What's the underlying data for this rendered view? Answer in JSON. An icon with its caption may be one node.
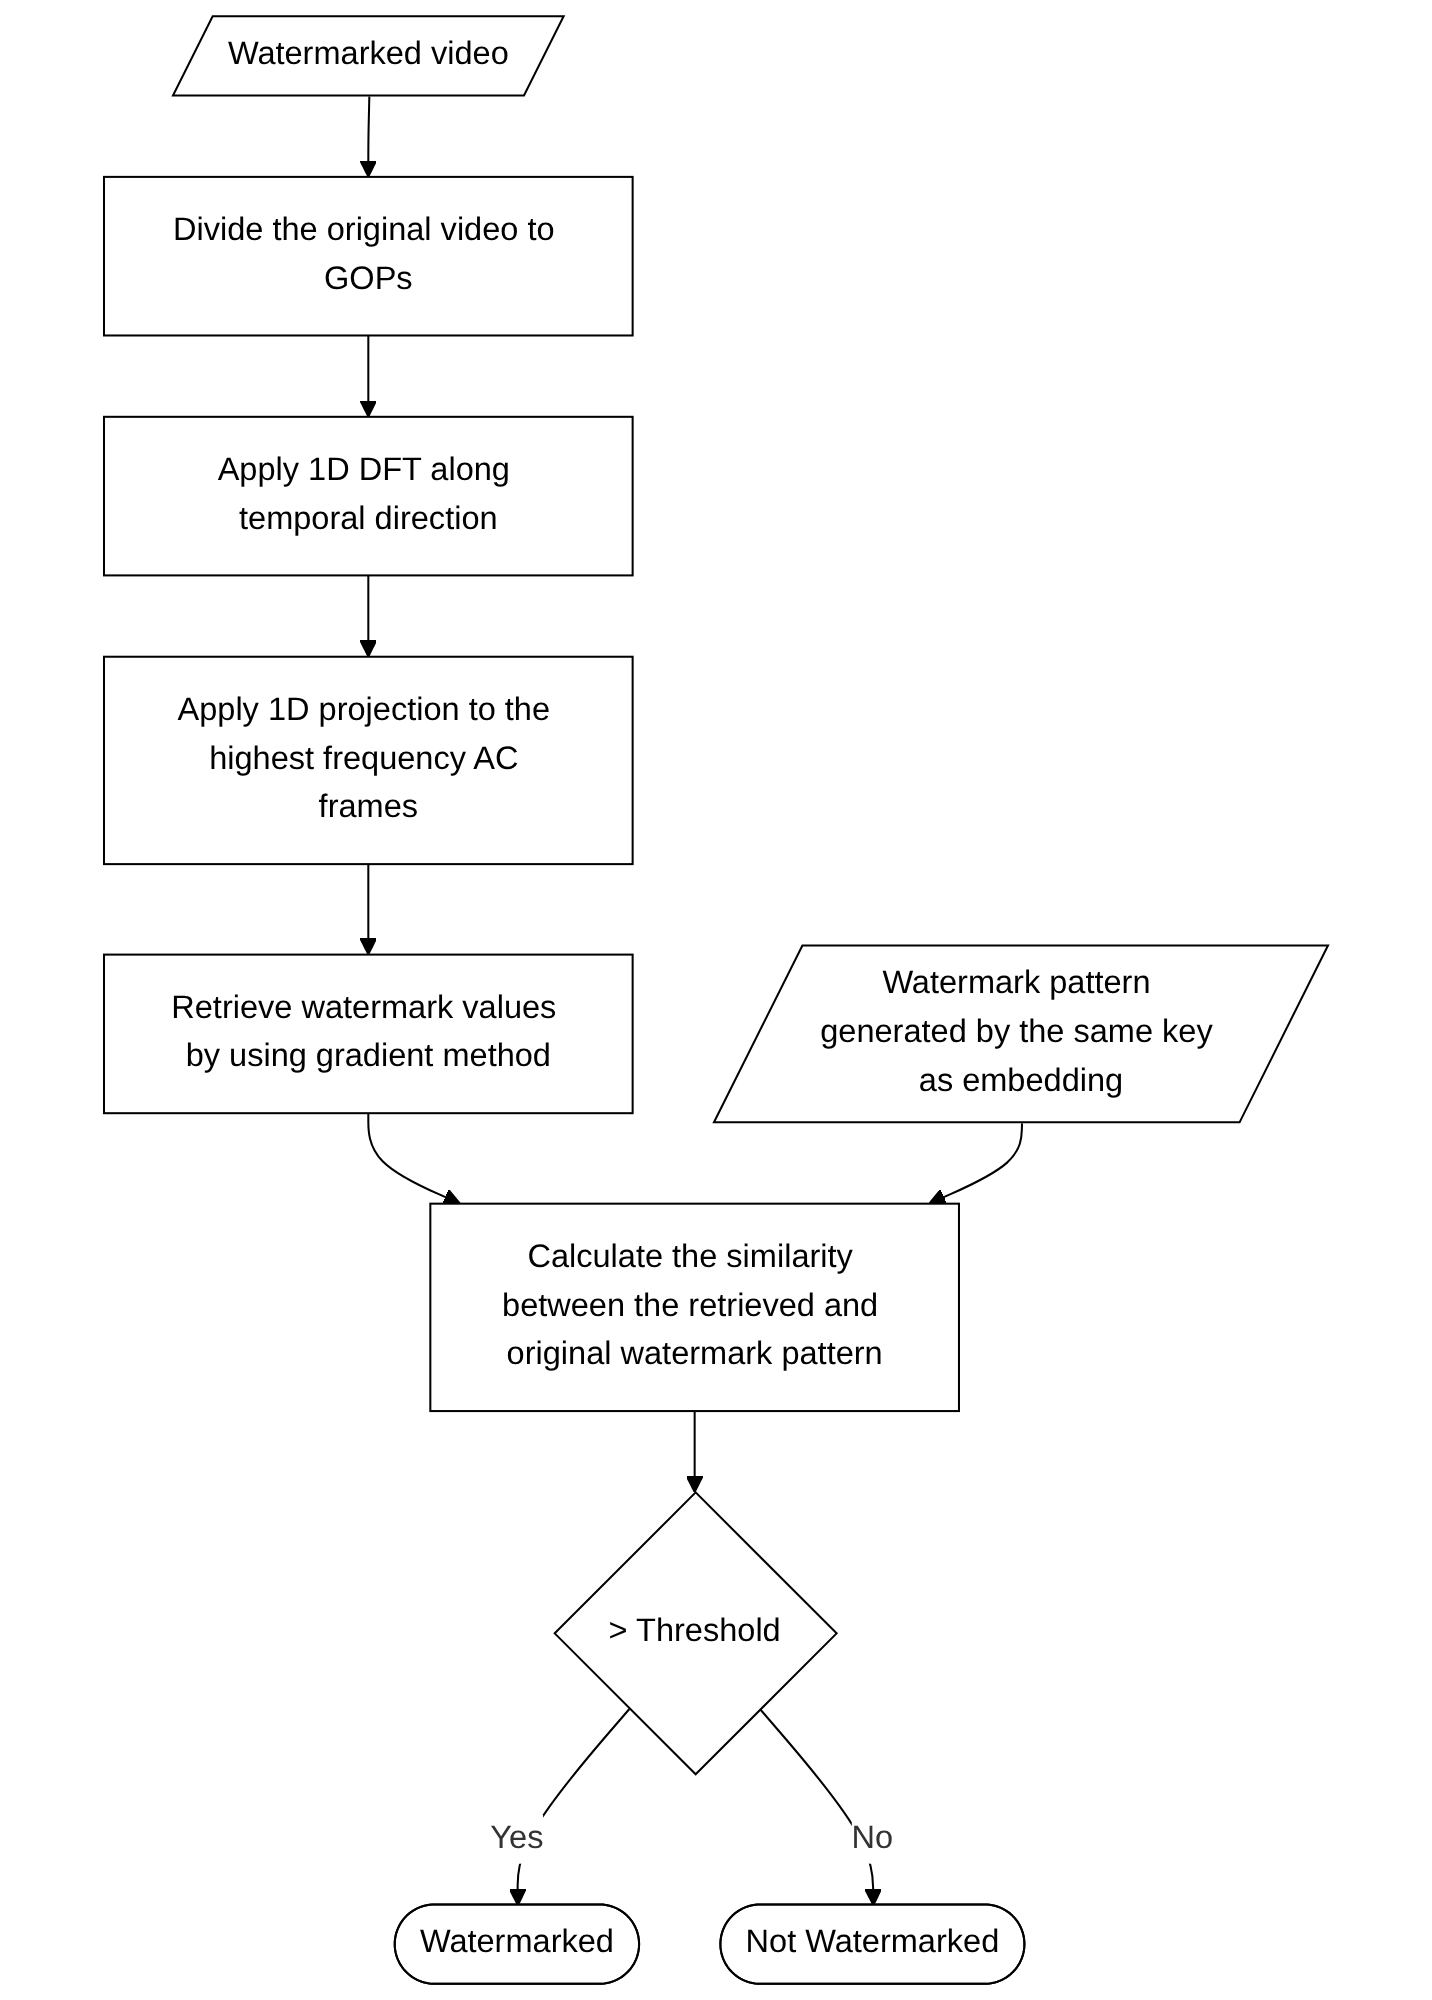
{
  "diagram": {
    "nodes": [
      {
        "text": [
          "Watermarked video"
        ]
      },
      {
        "text": [
          "Divide the original video to GOPs"
        ]
      },
      {
        "text": [
          "Apply 1D DFT along temporal direction"
        ]
      },
      {
        "text": [
          "Apply 1D projection to the highest frequency AC frames"
        ]
      },
      {
        "text": [
          "Retrieve watermark values by using gradient method"
        ]
      },
      {
        "text": [
          "Watermark pattern generated by the same key as embedding"
        ]
      },
      {
        "text": [
          "Calculate the similarity between the retrieved and original watermark pattern"
        ]
      },
      {
        "text": [
          "> Threshold"
        ]
      },
      {
        "text": [
          "Watermarked"
        ]
      },
      {
        "text": [
          "Not Watermarked"
        ]
      }
    ],
    "edges": [
      {
        "from": 0,
        "to": 1,
        "arrow": "to"
      },
      {
        "from": 1,
        "to": 2,
        "arrow": "to"
      },
      {
        "from": 2,
        "to": 3,
        "arrow": "to"
      },
      {
        "from": 3,
        "to": 4,
        "arrow": "to"
      },
      {
        "from": 4,
        "to": 6,
        "arrow": "to"
      },
      {
        "from": 5,
        "to": 6,
        "arrow": "to"
      },
      {
        "from": 6,
        "to": 7,
        "arrow": "to"
      },
      {
        "from": 7,
        "to": 8,
        "label": "Yes",
        "arrow": "to"
      },
      {
        "from": 7,
        "to": 9,
        "label": "No",
        "arrow": "to"
      }
    ]
  }
}
